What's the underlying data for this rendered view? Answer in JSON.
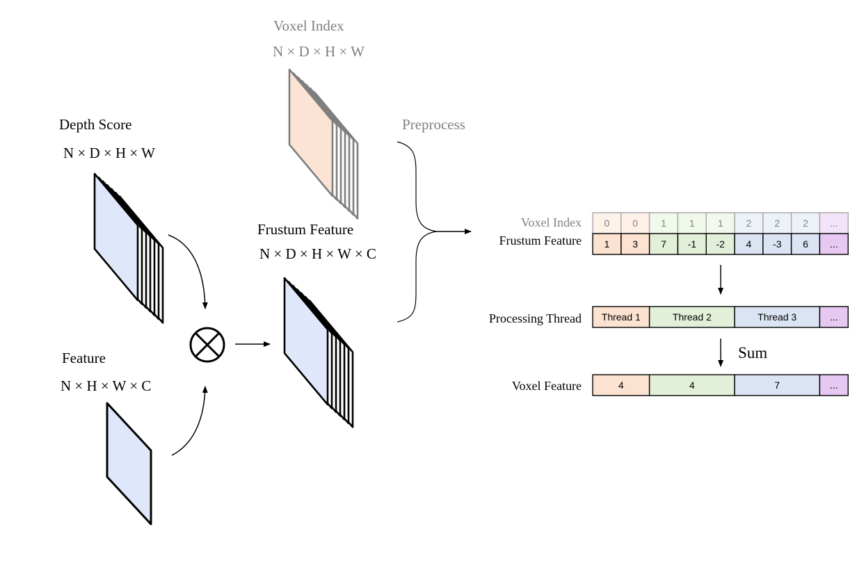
{
  "labels": {
    "depth_score": {
      "title": "Depth Score",
      "shape": "N × D × H × W"
    },
    "feature": {
      "title": "Feature",
      "shape": "N × H × W × C"
    },
    "voxel_index_top": {
      "title": "Voxel Index",
      "shape": "N × D × H × W"
    },
    "frustum_feature": {
      "title": "Frustum Feature",
      "shape": "N × D × H × W × C"
    },
    "preprocess": "Preprocess",
    "table_voxel_index": "Voxel Index",
    "table_frustum_feature": "Frustum Feature",
    "processing_thread": "Processing Thread",
    "sum": "Sum",
    "voxel_feature": "Voxel Feature"
  },
  "operator_symbol": "multiply-circle-icon",
  "voxel_index_row": [
    "0",
    "0",
    "1",
    "1",
    "1",
    "2",
    "2",
    "2",
    "..."
  ],
  "frustum_feature_row": [
    "1",
    "3",
    "7",
    "-1",
    "-2",
    "4",
    "-3",
    "6",
    "..."
  ],
  "threads": [
    {
      "label": "Thread 1",
      "span": 2
    },
    {
      "label": "Thread 2",
      "span": 3
    },
    {
      "label": "Thread 3",
      "span": 3
    },
    {
      "label": "...",
      "span": 1
    }
  ],
  "voxel_feature_row": [
    {
      "value": "4",
      "span": 2
    },
    {
      "value": "4",
      "span": 3
    },
    {
      "value": "7",
      "span": 3
    },
    {
      "value": "...",
      "span": 1
    }
  ],
  "colors": {
    "group0_dark": "#fbe2d1",
    "group1_dark": "#e3f0d9",
    "group2_dark": "#dbe4f3",
    "more_dark": "#e6c8f3",
    "group0_light": "#fdf1e8",
    "group1_light": "#f1f8ec",
    "group2_light": "#edf2f9",
    "more_light": "#f3e5f9",
    "blue_slab": "#dfe8fa",
    "orange_slab": "#fce4d4",
    "grey_text": "#808080"
  }
}
